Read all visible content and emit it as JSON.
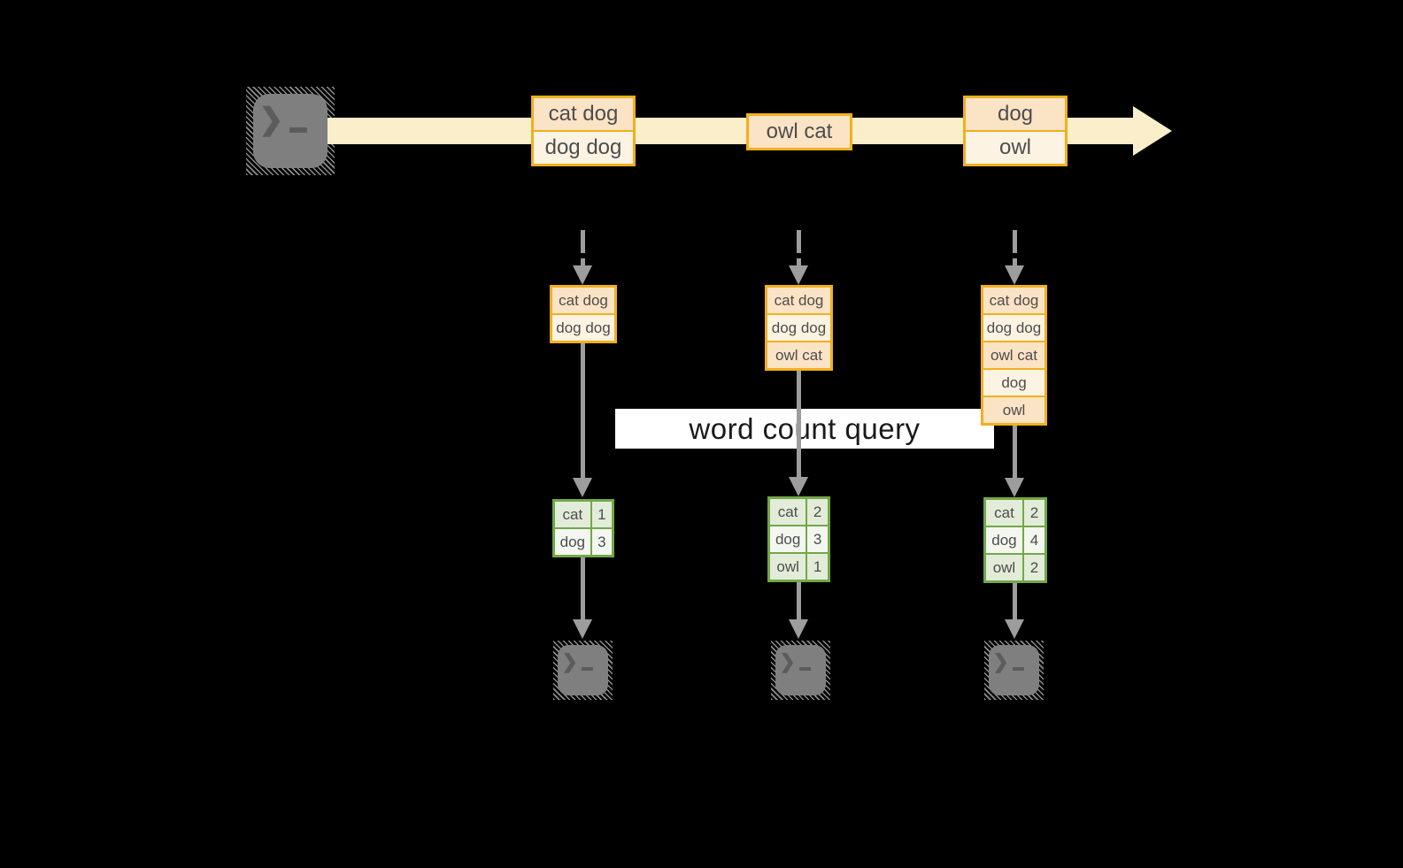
{
  "diagram": {
    "query_label": "word count query",
    "stream_events": [
      {
        "lines": [
          "cat dog",
          "dog dog"
        ]
      },
      {
        "lines": [
          "owl cat"
        ]
      },
      {
        "lines": [
          "dog",
          "owl"
        ]
      }
    ],
    "columns": [
      {
        "buffer": [
          "cat dog",
          "dog dog"
        ],
        "counts": [
          {
            "word": "cat",
            "count": "1"
          },
          {
            "word": "dog",
            "count": "3"
          }
        ]
      },
      {
        "buffer": [
          "cat dog",
          "dog dog",
          "owl cat"
        ],
        "counts": [
          {
            "word": "cat",
            "count": "2"
          },
          {
            "word": "dog",
            "count": "3"
          },
          {
            "word": "owl",
            "count": "1"
          }
        ]
      },
      {
        "buffer": [
          "cat dog",
          "dog dog",
          "owl cat",
          "dog",
          "owl"
        ],
        "counts": [
          {
            "word": "cat",
            "count": "2"
          },
          {
            "word": "dog",
            "count": "4"
          },
          {
            "word": "owl",
            "count": "2"
          }
        ]
      }
    ],
    "icons": {
      "source": "terminal-icon",
      "sinks": [
        "terminal-icon",
        "terminal-icon",
        "terminal-icon"
      ]
    },
    "colors": {
      "background": "#000000",
      "stream_band": "#faeecb",
      "box_border": "#f0b01e",
      "box_fill_dark": "#fbe3c5",
      "box_fill_light": "#fdf3e3",
      "table_border": "#72a847",
      "table_fill_dark": "#e3ecd9",
      "table_fill_light": "#f4f7f0",
      "arrow_gray": "#9d9d9d",
      "text": "#4d4d4d",
      "banner_bg": "#ffffff",
      "banner_text": "#1a1a1a",
      "terminal_gray": "#7f7f7f"
    }
  }
}
